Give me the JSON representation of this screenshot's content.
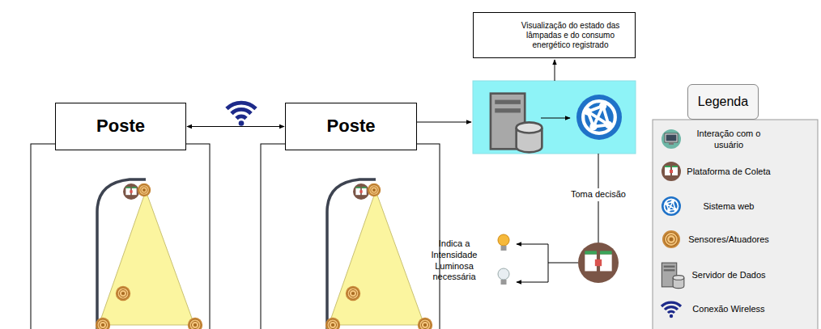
{
  "diagram": {
    "nodes": [
      {
        "text": [
          "Visualização do estado das lâmpadas e do consumo energético registrado"
        ]
      },
      {
        "text": [
          "Poste"
        ]
      },
      {
        "text": [
          "Poste"
        ]
      },
      {
        "text": [
          "Legenda"
        ]
      }
    ],
    "edges": [
      {
        "from": 1,
        "to": 2,
        "arrow": "both"
      }
    ],
    "labels": [
      "Toma decisão",
      "Indica a Intensidade Luminosa necessária"
    ],
    "legend": [
      {
        "text": "Interação com o usuário"
      },
      {
        "text": "Plataforma de Coleta"
      },
      {
        "text": "Sistema web"
      },
      {
        "text": "Sensores/Atuadores"
      },
      {
        "text": "Servidor de Dados"
      },
      {
        "text": "Conexão Wireless"
      }
    ]
  }
}
